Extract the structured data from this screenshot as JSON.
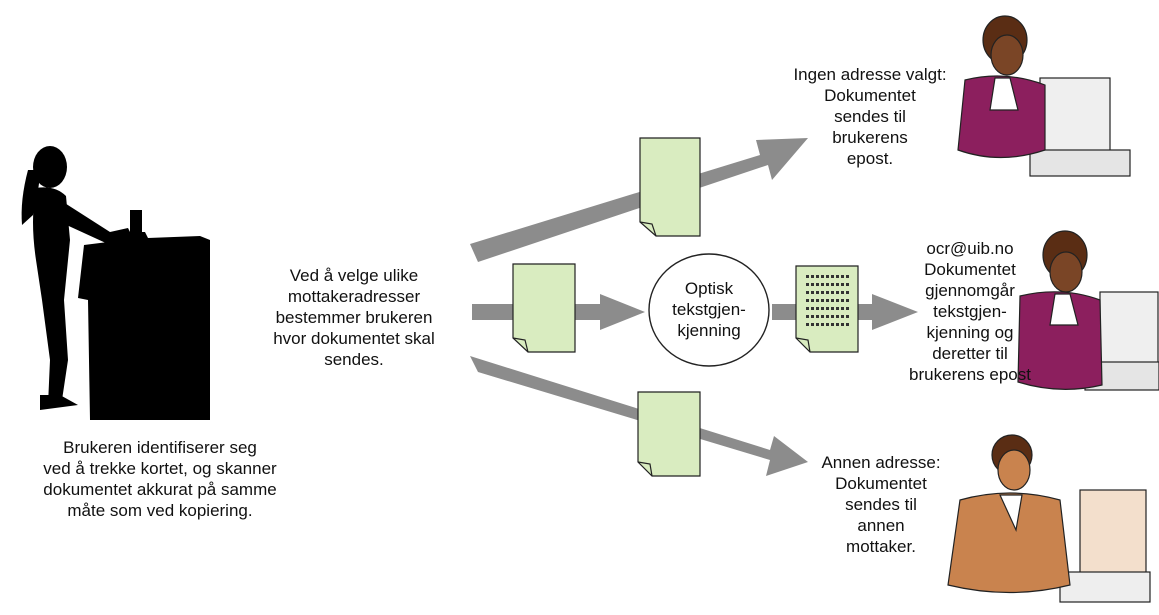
{
  "left_caption": "Brukeren identifiserer seg\nved å trekke kortet, og skanner\ndokumentet akkurat på samme\nmåte som ved kopiering.",
  "center_text": "Ved å velge ulike\nmottakeradresser\nbestemmer brukeren\nhvor dokumentet skal\nsendes.",
  "ocr_bubble": "Optisk\ntekstgjen-\nkjenning",
  "top_recipient": "Ingen adresse valgt:\nDokumentet\nsendes til\nbrukerens\nepost.",
  "middle_recipient": "ocr@uib.no\nDokumentet\ngjennomgår\ntekstgjen-\nkjenning og\nderetter til\nbrukerens epost",
  "bottom_recipient": "Annen adresse:\nDokumentet\nsendes til\nannen\nmottaker.",
  "colors": {
    "arrow": "#8c8c8c",
    "document_fill": "#d9ecc0",
    "silhouette": "#000000",
    "woman_top_and_middle": "#8c1f5e",
    "man_bottom": "#c9834e"
  },
  "icons": [
    "woman-silhouette-icon",
    "copier-icon",
    "document-icon",
    "ocr-document-icon",
    "woman-at-computer-icon",
    "man-at-computer-icon"
  ]
}
